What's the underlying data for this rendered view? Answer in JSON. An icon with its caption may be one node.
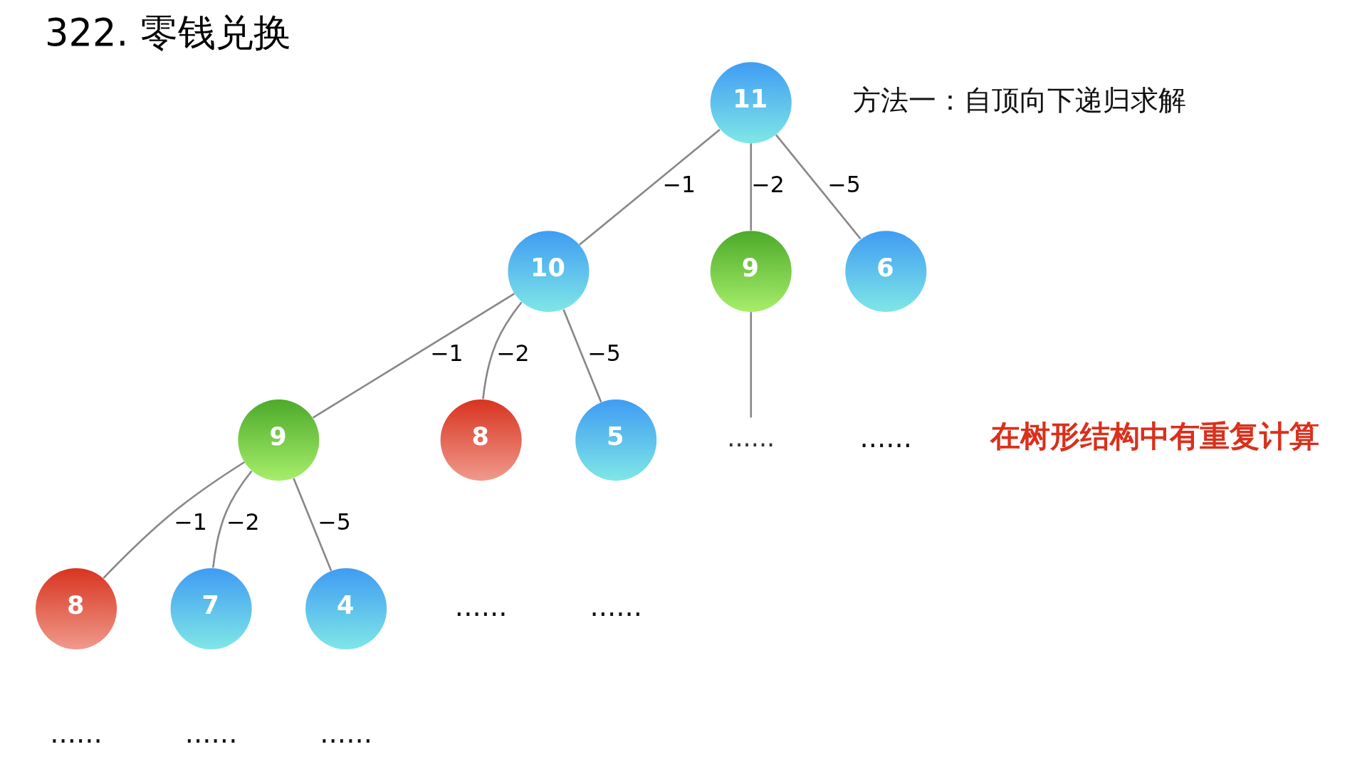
{
  "diagram": {
    "title": "322. 零钱兑换",
    "nodes": [
      {
        "text": [
          "11"
        ]
      },
      {
        "text": [
          "10"
        ]
      },
      {
        "text": [
          "9"
        ]
      },
      {
        "text": [
          "6"
        ]
      },
      {
        "text": [
          "......"
        ]
      },
      {
        "text": [
          "9"
        ]
      },
      {
        "text": [
          "8"
        ]
      },
      {
        "text": [
          "5"
        ]
      },
      {
        "text": [
          "8"
        ]
      },
      {
        "text": [
          "7"
        ]
      },
      {
        "text": [
          "4"
        ]
      }
    ],
    "edges": [
      {
        "from": 0,
        "to": 1,
        "arrow": "none",
        "label": "−1"
      },
      {
        "from": 0,
        "to": 2,
        "arrow": "none",
        "label": "−2"
      },
      {
        "from": 0,
        "to": 3,
        "arrow": "none",
        "label": "−5"
      },
      {
        "from": 2,
        "to": 4,
        "arrow": "none"
      },
      {
        "from": 1,
        "to": 5,
        "arrow": "none",
        "label": "−1"
      },
      {
        "from": 1,
        "to": 6,
        "arrow": "none",
        "label": "−2"
      },
      {
        "from": 1,
        "to": 7,
        "arrow": "none",
        "label": "−5"
      },
      {
        "from": 5,
        "to": 8,
        "arrow": "none",
        "label": "−1"
      },
      {
        "from": 5,
        "to": 9,
        "arrow": "none",
        "label": "−2"
      },
      {
        "from": 5,
        "to": 10,
        "arrow": "none",
        "label": "−5"
      }
    ],
    "labels": [
      "方法一：自顶向下递归求解",
      "......",
      "在树形结构中有重复计算",
      "......",
      "......",
      "......",
      "......",
      "......"
    ]
  }
}
